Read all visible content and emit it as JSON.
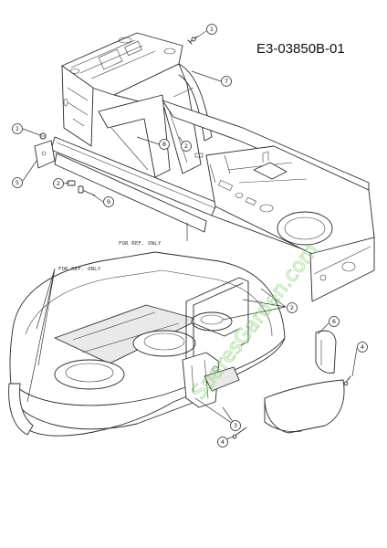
{
  "drawing_number": "E3-03850B-01",
  "notes": {
    "ref_note_frame": "FOR REF. ONLY",
    "ref_note_deck": "FOR REF. ONLY"
  },
  "callouts": {
    "c1a": "1",
    "c1b": "1",
    "c2a": "2",
    "c2b": "2",
    "c2c": "2",
    "c3": "3",
    "c4a": "4",
    "c4b": "4",
    "c5": "5",
    "c6": "6",
    "c7": "7",
    "c8": "8",
    "c9": "9"
  },
  "watermark": "SparesGarden.com"
}
